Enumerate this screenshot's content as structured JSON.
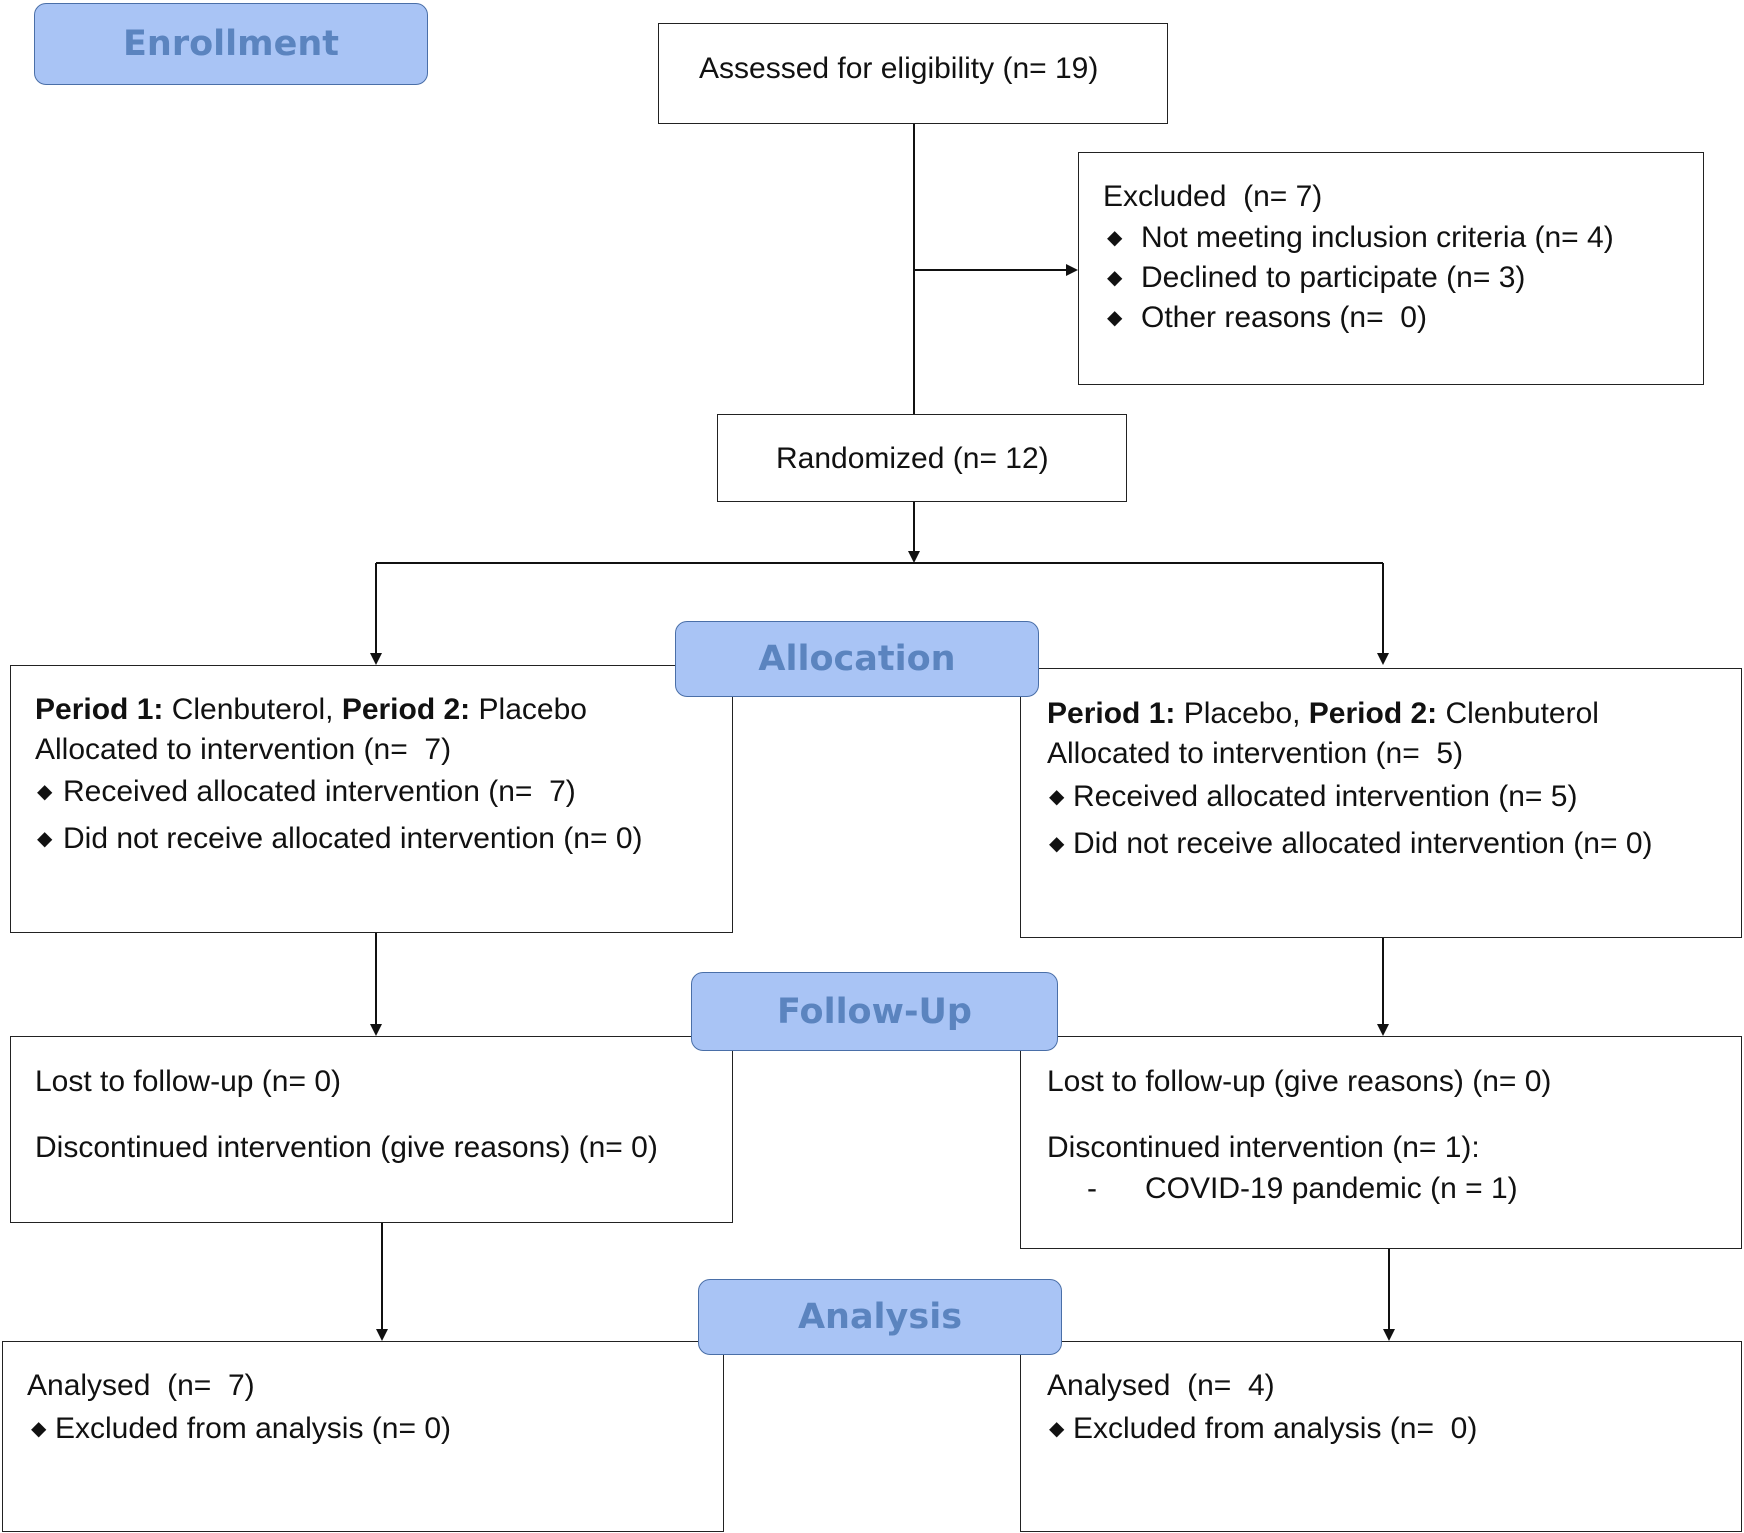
{
  "stages": {
    "enrollment": "Enrollment",
    "allocation": "Allocation",
    "followup": "Follow-Up",
    "analysis": "Analysis"
  },
  "assessed": "Assessed for eligibility (n= 19)",
  "excluded": {
    "title": "Excluded  (n= 7)",
    "items": [
      "Not meeting inclusion criteria (n= 4)",
      "Declined to participate (n= 3)",
      "Other reasons (n=  0)"
    ]
  },
  "randomized": "Randomized (n= 12)",
  "bullet": "◆",
  "left_arm": {
    "p1_label": "Period 1:",
    "p1_value": " Clenbuterol, ",
    "p2_label": "Period 2:",
    "p2_value": " Placebo",
    "allocated": "Allocated to intervention (n=  7)",
    "received": "Received allocated intervention (n=  7)",
    "not_received": "Did not receive allocated intervention (n= 0)",
    "lost": "Lost to follow-up (n= 0)",
    "discontinued": "Discontinued intervention (give reasons) (n= 0)",
    "analysed": "Analysed  (n=  7)",
    "excluded_analysis": "Excluded from analysis (n= 0)"
  },
  "right_arm": {
    "p1_label": "Period 1:",
    "p1_value": " Placebo, ",
    "p2_label": "Period 2:",
    "p2_value": " Clenbuterol",
    "allocated": "Allocated to intervention (n=  5)",
    "received": "Received allocated intervention (n= 5)",
    "not_received": "Did not receive allocated intervention (n= 0)",
    "lost": "Lost to follow-up (give reasons) (n= 0)",
    "discontinued": "Discontinued intervention (n= 1):",
    "discontinued_dash": "-",
    "discontinued_reason": "COVID-19 pandemic (n = 1)",
    "analysed": "Analysed  (n=  4)",
    "excluded_analysis": "Excluded from analysis (n=  0)"
  }
}
